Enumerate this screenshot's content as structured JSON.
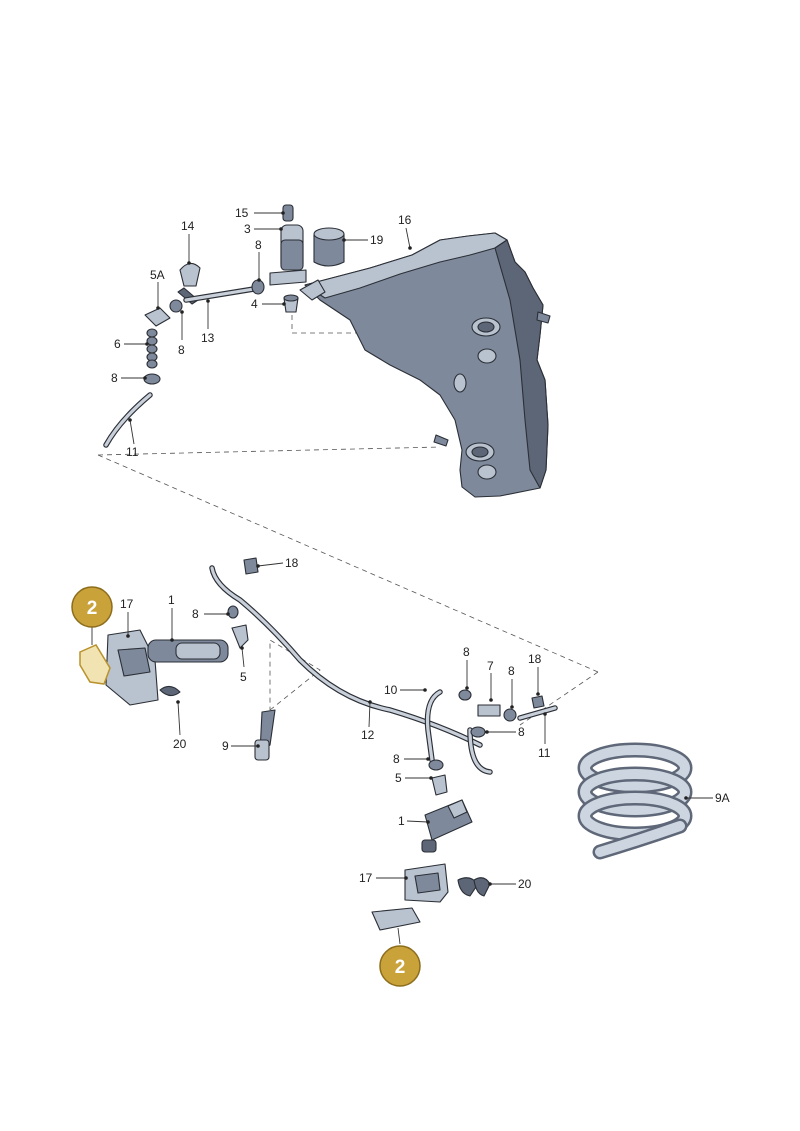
{
  "callouts": {
    "c15": "15",
    "c3": "3",
    "c19": "19",
    "c16": "16",
    "c14": "14",
    "c8a": "8",
    "c5A": "5A",
    "c4": "4",
    "c8b": "8",
    "c13": "13",
    "c6": "6",
    "c8c": "8",
    "c11a": "11",
    "c18a": "18",
    "c17a": "17",
    "c1a": "1",
    "c8d": "8",
    "c5a": "5",
    "c20a": "20",
    "c9": "9",
    "c12": "12",
    "c10": "10",
    "c8e": "8",
    "c7": "7",
    "c8f": "8",
    "c18b": "18",
    "c8g": "8",
    "c11b": "11",
    "c8h": "8",
    "c5b": "5",
    "c1b": "1",
    "c9A": "9A",
    "c17b": "17",
    "c20b": "20"
  },
  "highlight": {
    "part_number": "2",
    "color": "#c9a23a"
  }
}
